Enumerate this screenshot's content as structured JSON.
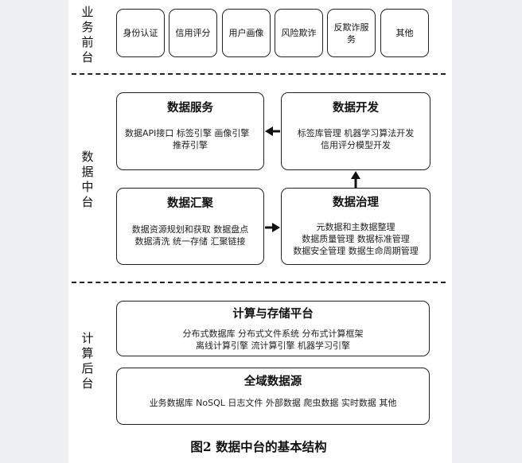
{
  "lanes": {
    "front": [
      "业",
      "务",
      "前",
      "台"
    ],
    "middle": [
      "数",
      "据",
      "中",
      "台"
    ],
    "back": [
      "计",
      "算",
      "后",
      "台"
    ]
  },
  "front_items": [
    {
      "label": "身份认证"
    },
    {
      "label": "信用评分"
    },
    {
      "label": "用户画像"
    },
    {
      "label": "风险欺诈"
    },
    {
      "label": "反欺诈服务"
    },
    {
      "label": "其他"
    }
  ],
  "middle": {
    "data_service": {
      "title": "数据服务",
      "lines": [
        "数据API接口  标签引擎  画像引擎",
        "推荐引擎"
      ]
    },
    "data_dev": {
      "title": "数据开发",
      "lines": [
        "标签库管理  机器学习算法开发",
        "信用评分模型开发"
      ]
    },
    "data_agg": {
      "title": "数据汇聚",
      "lines": [
        "数据资源规划和获取  数据盘点",
        "数据清洗  统一存储  汇聚链接"
      ]
    },
    "data_gov": {
      "title": "数据治理",
      "lines": [
        "元数据和主数据整理",
        "数据质量管理  数据标准管理",
        "数据安全管理  数据生命周期管理"
      ]
    }
  },
  "back": {
    "compute": {
      "title": "计算与存储平台",
      "lines": [
        "分布式数据库  分布式文件系统  分布式计算框架",
        "离线计算引擎  流计算引擎  机器学习引擎"
      ]
    },
    "sources": {
      "title": "全域数据源",
      "lines": [
        "业务数据库  NoSQL  日志文件  外部数据  爬虫数据  实时数据  其他"
      ]
    }
  },
  "caption": "图2    数据中台的基本结构"
}
